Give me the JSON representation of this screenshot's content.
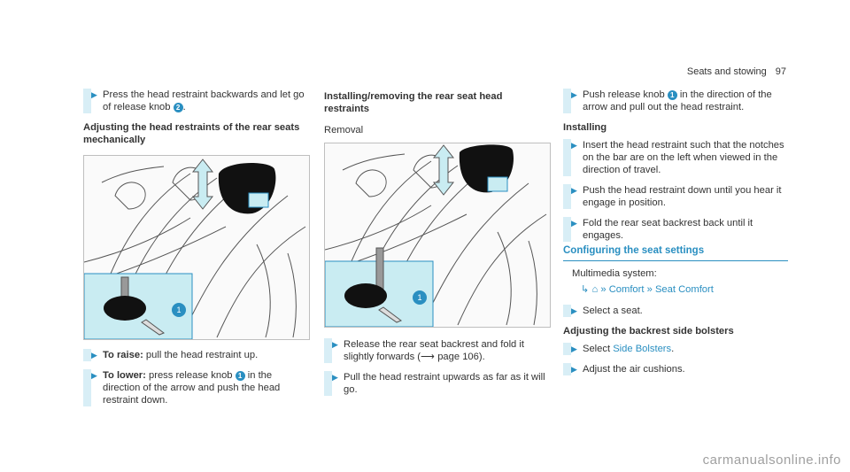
{
  "header": {
    "section": "Seats and stowing",
    "page": "97"
  },
  "col1": {
    "intro_step": {
      "text1": "Press the head restraint backwards and let go of release knob ",
      "knob": "2",
      "text2": "."
    },
    "subhead": "Adjusting the head restraints of the rear seats mechanically",
    "steps": [
      {
        "bold": "To raise:",
        "text": " pull the head restraint up."
      },
      {
        "bold": "To lower:",
        "text1": " press release knob ",
        "knob": "1",
        "text2": " in the direction of the arrow and push the head restraint down."
      }
    ]
  },
  "col2": {
    "subhead": "Installing/removing the rear seat head restraints",
    "removal": "Removal",
    "steps": [
      {
        "text1": "Release the rear seat backrest and fold it slightly forwards (",
        "ref": "page 106",
        "text2": ")."
      },
      {
        "text": "Pull the head restraint upwards as far as it will go."
      }
    ]
  },
  "col3": {
    "step_push": {
      "text1": "Push release knob ",
      "knob": "1",
      "text2": " in the direction of the arrow and pull out the head restraint."
    },
    "installing": "Installing",
    "install_steps": [
      "Insert the head restraint such that the notches on the bar are on the left when viewed in the direction of travel.",
      "Push the head restraint down until you hear it engage in position.",
      "Fold the rear seat backrest back until it engages."
    ],
    "section_title": "Configuring the seat settings",
    "multimedia": "Multimedia system:",
    "path": [
      "Comfort",
      "Seat Comfort"
    ],
    "select_seat": "Select a seat.",
    "subhead2": "Adjusting the backrest side bolsters",
    "bolster_step": {
      "text1": "Select ",
      "link": "Side Bolsters",
      "text2": "."
    },
    "adjust_step": "Adjust the air cushions."
  },
  "figures": {
    "callout": "1"
  },
  "watermark": "carmanualsonline.info",
  "colors": {
    "accent": "#2a8fc1",
    "highlight": "#c9ecf2",
    "bar": "#d8eef6"
  }
}
